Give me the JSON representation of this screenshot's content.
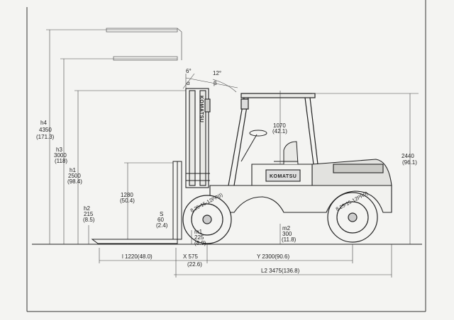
{
  "title": "",
  "dimensions": {
    "h4": {
      "name": "h4",
      "metric": "4350",
      "imperial": "(171.3)"
    },
    "h3": {
      "name": "h3",
      "metric": "3000",
      "imperial": "(118)"
    },
    "h1": {
      "name": "h1",
      "metric": "2500",
      "imperial": "(98.4)"
    },
    "h2": {
      "name": "h2",
      "metric": "215",
      "imperial": "(8.5)"
    },
    "fork_height": {
      "metric": "1280",
      "imperial": "(50.4)"
    },
    "s": {
      "name": "S",
      "metric": "60",
      "imperial": "(2.4)"
    },
    "m1": {
      "name": "m1",
      "metric": "225",
      "imperial": "(8.9)"
    },
    "m2": {
      "name": "m2",
      "metric": "300",
      "imperial": "(11.8)"
    },
    "guard_height": {
      "metric": "1070",
      "imperial": "(42.1)"
    },
    "overall_height": {
      "metric": "2440",
      "imperial": "(96.1)"
    },
    "tilt_fwd": {
      "value": "6°",
      "symbol": "α"
    },
    "tilt_back": {
      "value": "12°",
      "symbol": "β"
    },
    "l": {
      "label": "l 1220(48.0)"
    },
    "x": {
      "label": "X 575",
      "imperial": "(22.6)"
    },
    "y": {
      "label": "Y 2300(90.6)"
    },
    "l2": {
      "label": "L2 3475(136.8)"
    }
  },
  "tires": {
    "front": "8.25-15-12PR(I)",
    "rear": "8.25-15-12PR(I)"
  },
  "branding": {
    "mast": "KOMATSU",
    "counterweight": "KOMATSU"
  },
  "colors": {
    "line": "#2a2a2a",
    "paper": "#f4f4f2",
    "frame": "#333333"
  }
}
